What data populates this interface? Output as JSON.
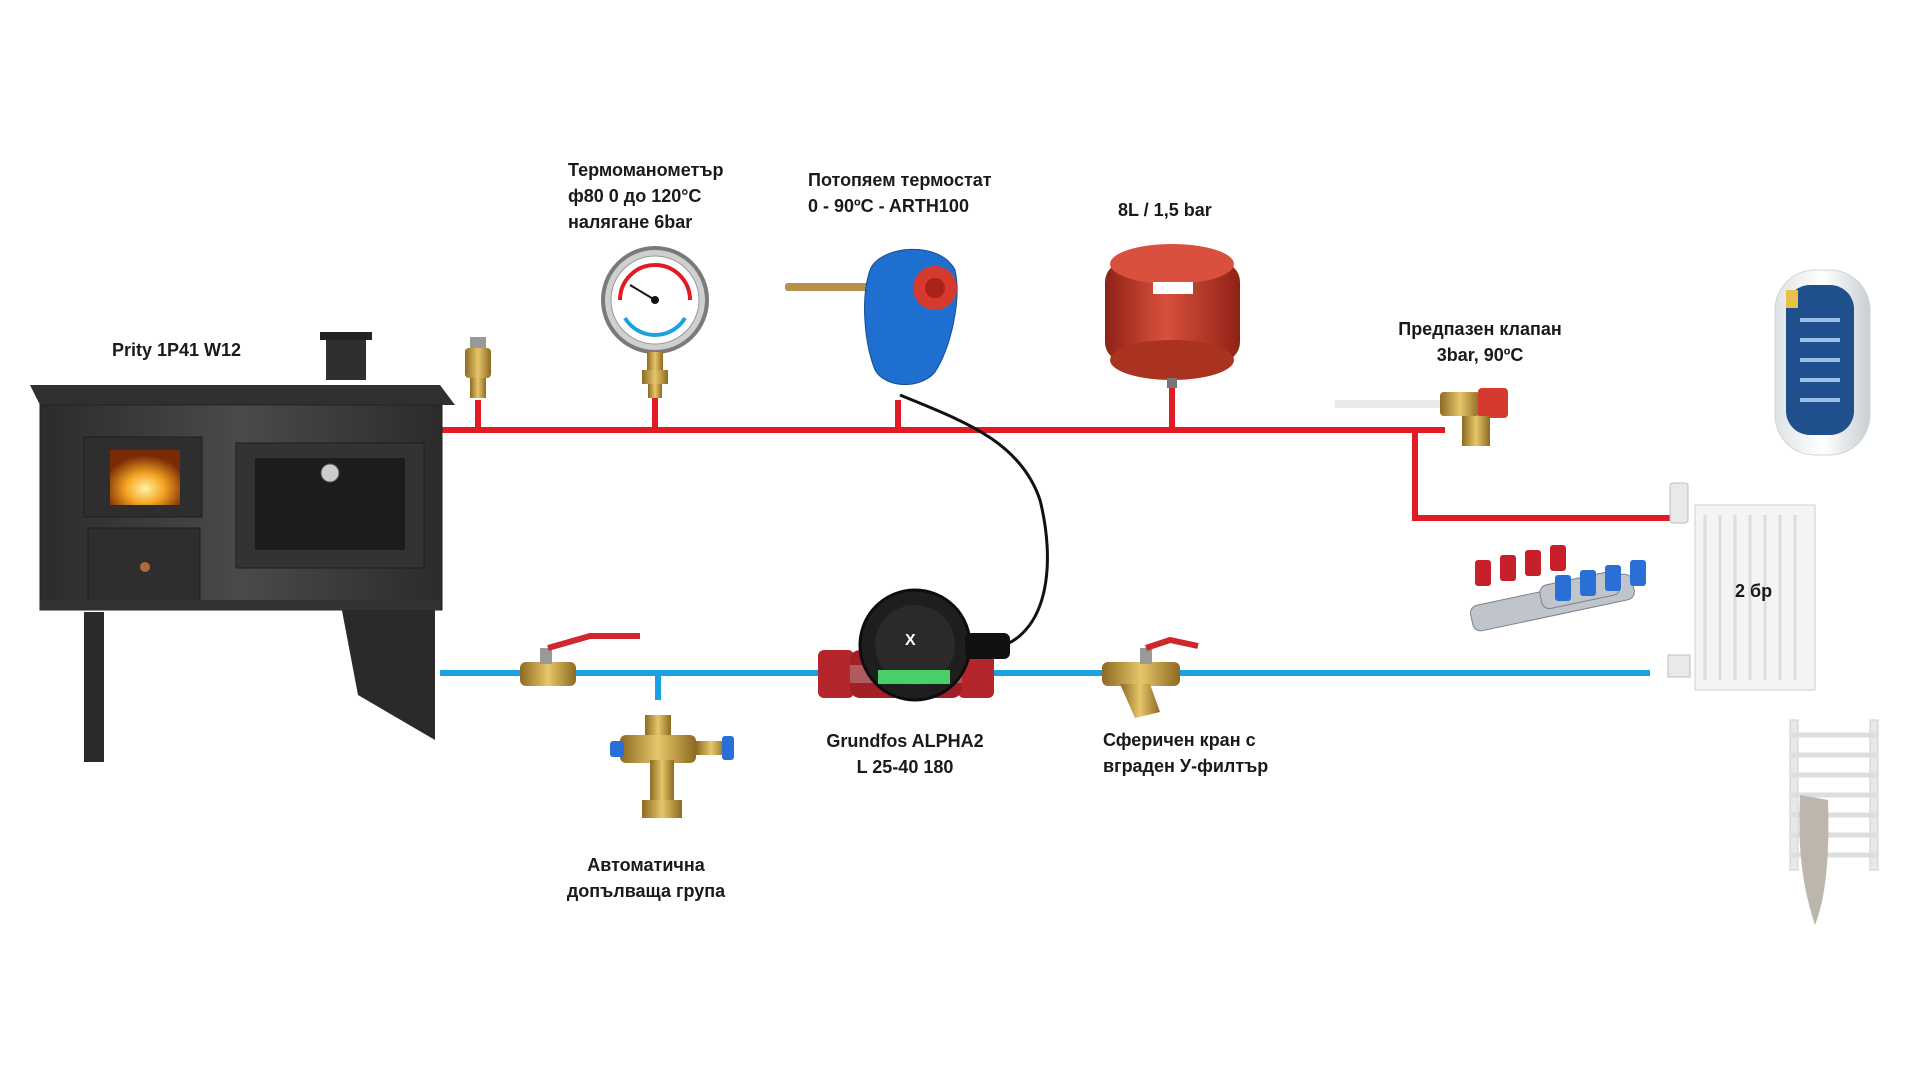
{
  "labels": {
    "stove": "Prity 1P41 W12",
    "thermomanometer": [
      "Термоманометър",
      "ф80  0 до 120°C",
      "налягане 6bar"
    ],
    "thermostat": [
      "Потопяем термостат",
      "0 - 90ºC - ARTH100"
    ],
    "expansion_tank": "8L / 1,5 bar",
    "safety_valve": [
      "Предпазен клапан",
      "3bar, 90ºC"
    ],
    "pump": [
      "Grundfos ALPHA2",
      "L 25-40 180"
    ],
    "ball_valve_filter": [
      "Сферичен кран с",
      "вграден У-филтър"
    ],
    "fill_group": [
      "Автоматична",
      "допълваща група"
    ],
    "radiator_count": "2 бр"
  },
  "colors": {
    "supply_pipe": "#e01b24",
    "return_pipe": "#1ba1e2",
    "stove_body": "#3a3a3a",
    "expansion_tank": "#c0392b",
    "thermostat": "#1f6fd1",
    "brass": "#c9a449"
  },
  "icons": [
    "stove",
    "air-vent",
    "thermomanometer",
    "immersion-thermostat",
    "expansion-tank",
    "safety-valve",
    "boiler-tank",
    "radiator",
    "manifold",
    "towel-rail",
    "ball-valve",
    "fill-group",
    "circulation-pump",
    "y-filter-valve"
  ]
}
